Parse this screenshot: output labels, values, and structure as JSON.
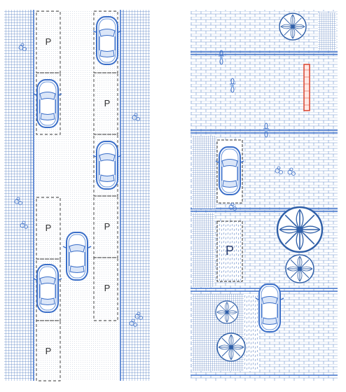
{
  "colors": {
    "background": "#ffffff",
    "grid_line": "#4a78c0",
    "brick_line": "#5a86c8",
    "car_outline": "#3a6ec8",
    "car_fill": "#ffffff",
    "parking_dash": "#3a3a3a",
    "tree_line": "#2f5fa8",
    "marker_red": "#d9432f"
  },
  "left_plan": {
    "parking_labels": [
      "P",
      "P",
      "P",
      "P",
      "P",
      "P"
    ]
  },
  "right_plan": {
    "parking_labels": [
      "P"
    ]
  }
}
